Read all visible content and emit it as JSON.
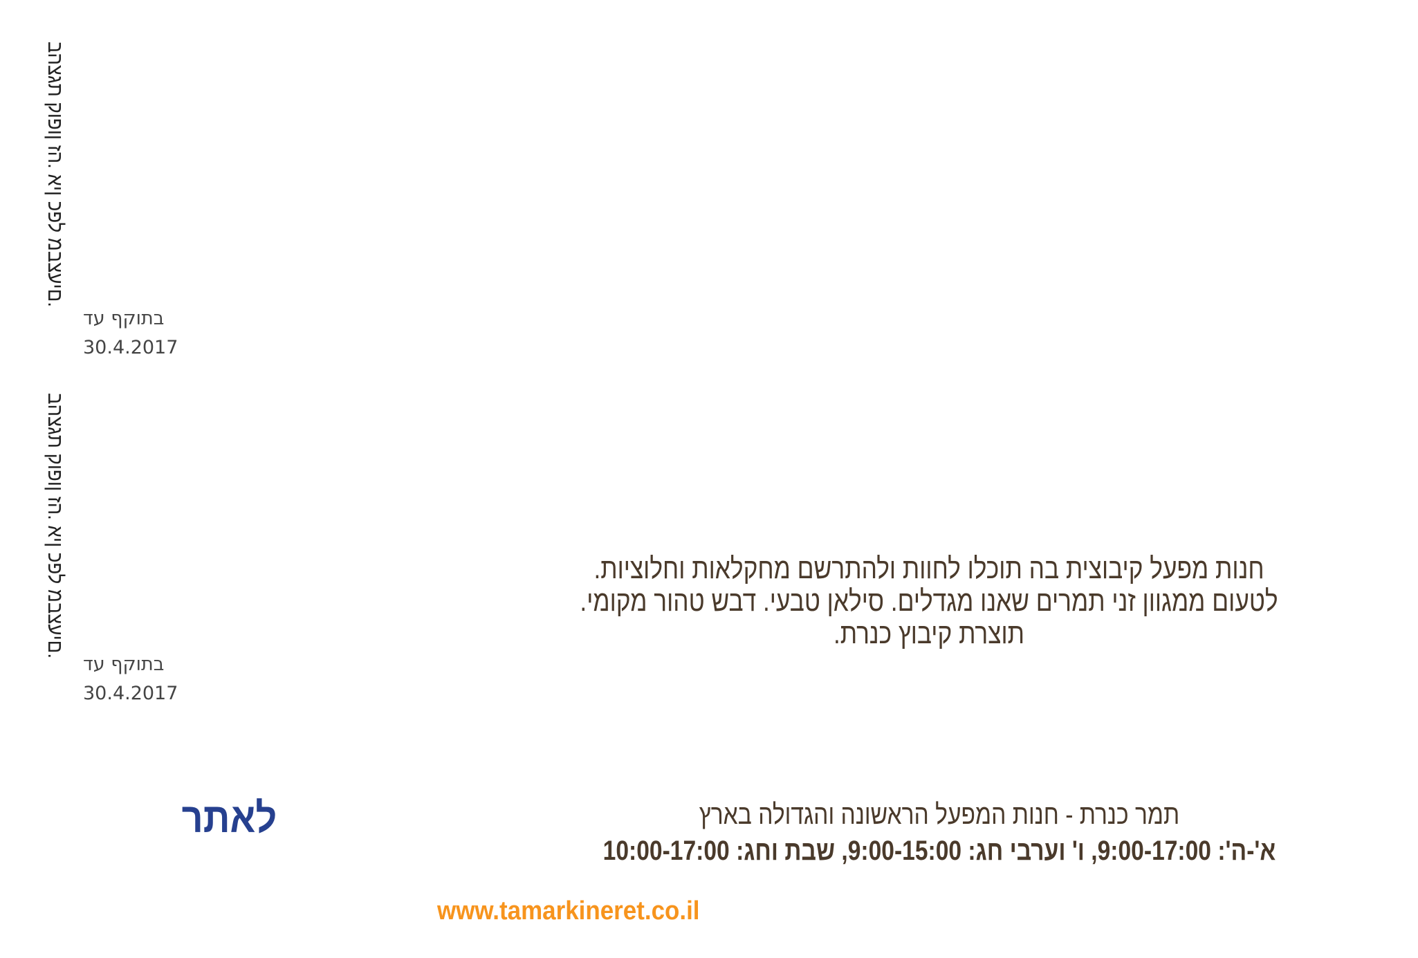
{
  "coupon_notice": [
    "בהצגת קופון זה. אין כפל מבצעים.",
    "בהצגת קופון זה. אין כפל מבצעים."
  ],
  "validity": [
    {
      "label": "בתוקף עד",
      "date": "30.4.2017"
    },
    {
      "label": "בתוקף עד",
      "date": "30.4.2017"
    }
  ],
  "description": [
    "חנות מפעל קיבוצית בה תוכלו לחוות ולהתרשם מחקלאות וחלוציות.",
    "לטעום ממגוון זני תמרים שאנו מגדלים. סילאן טבעי. דבש טהור מקומי.",
    "תוצרת קיבוץ כנרת."
  ],
  "store": {
    "title": "תמר כנרת - חנות המפעל הראשונה והגדולה בארץ",
    "hours": "א'-ה': 9:00-17:00, ו' וערבי חג: 9:00-15:00, שבת וחג: 10:00-17:00"
  },
  "site_link_label": "לאתר",
  "url": "www.tamarkineret.co.il",
  "colors": {
    "text": "#4a3a2b",
    "link_blue": "#26408f",
    "url_orange": "#f7941d"
  }
}
